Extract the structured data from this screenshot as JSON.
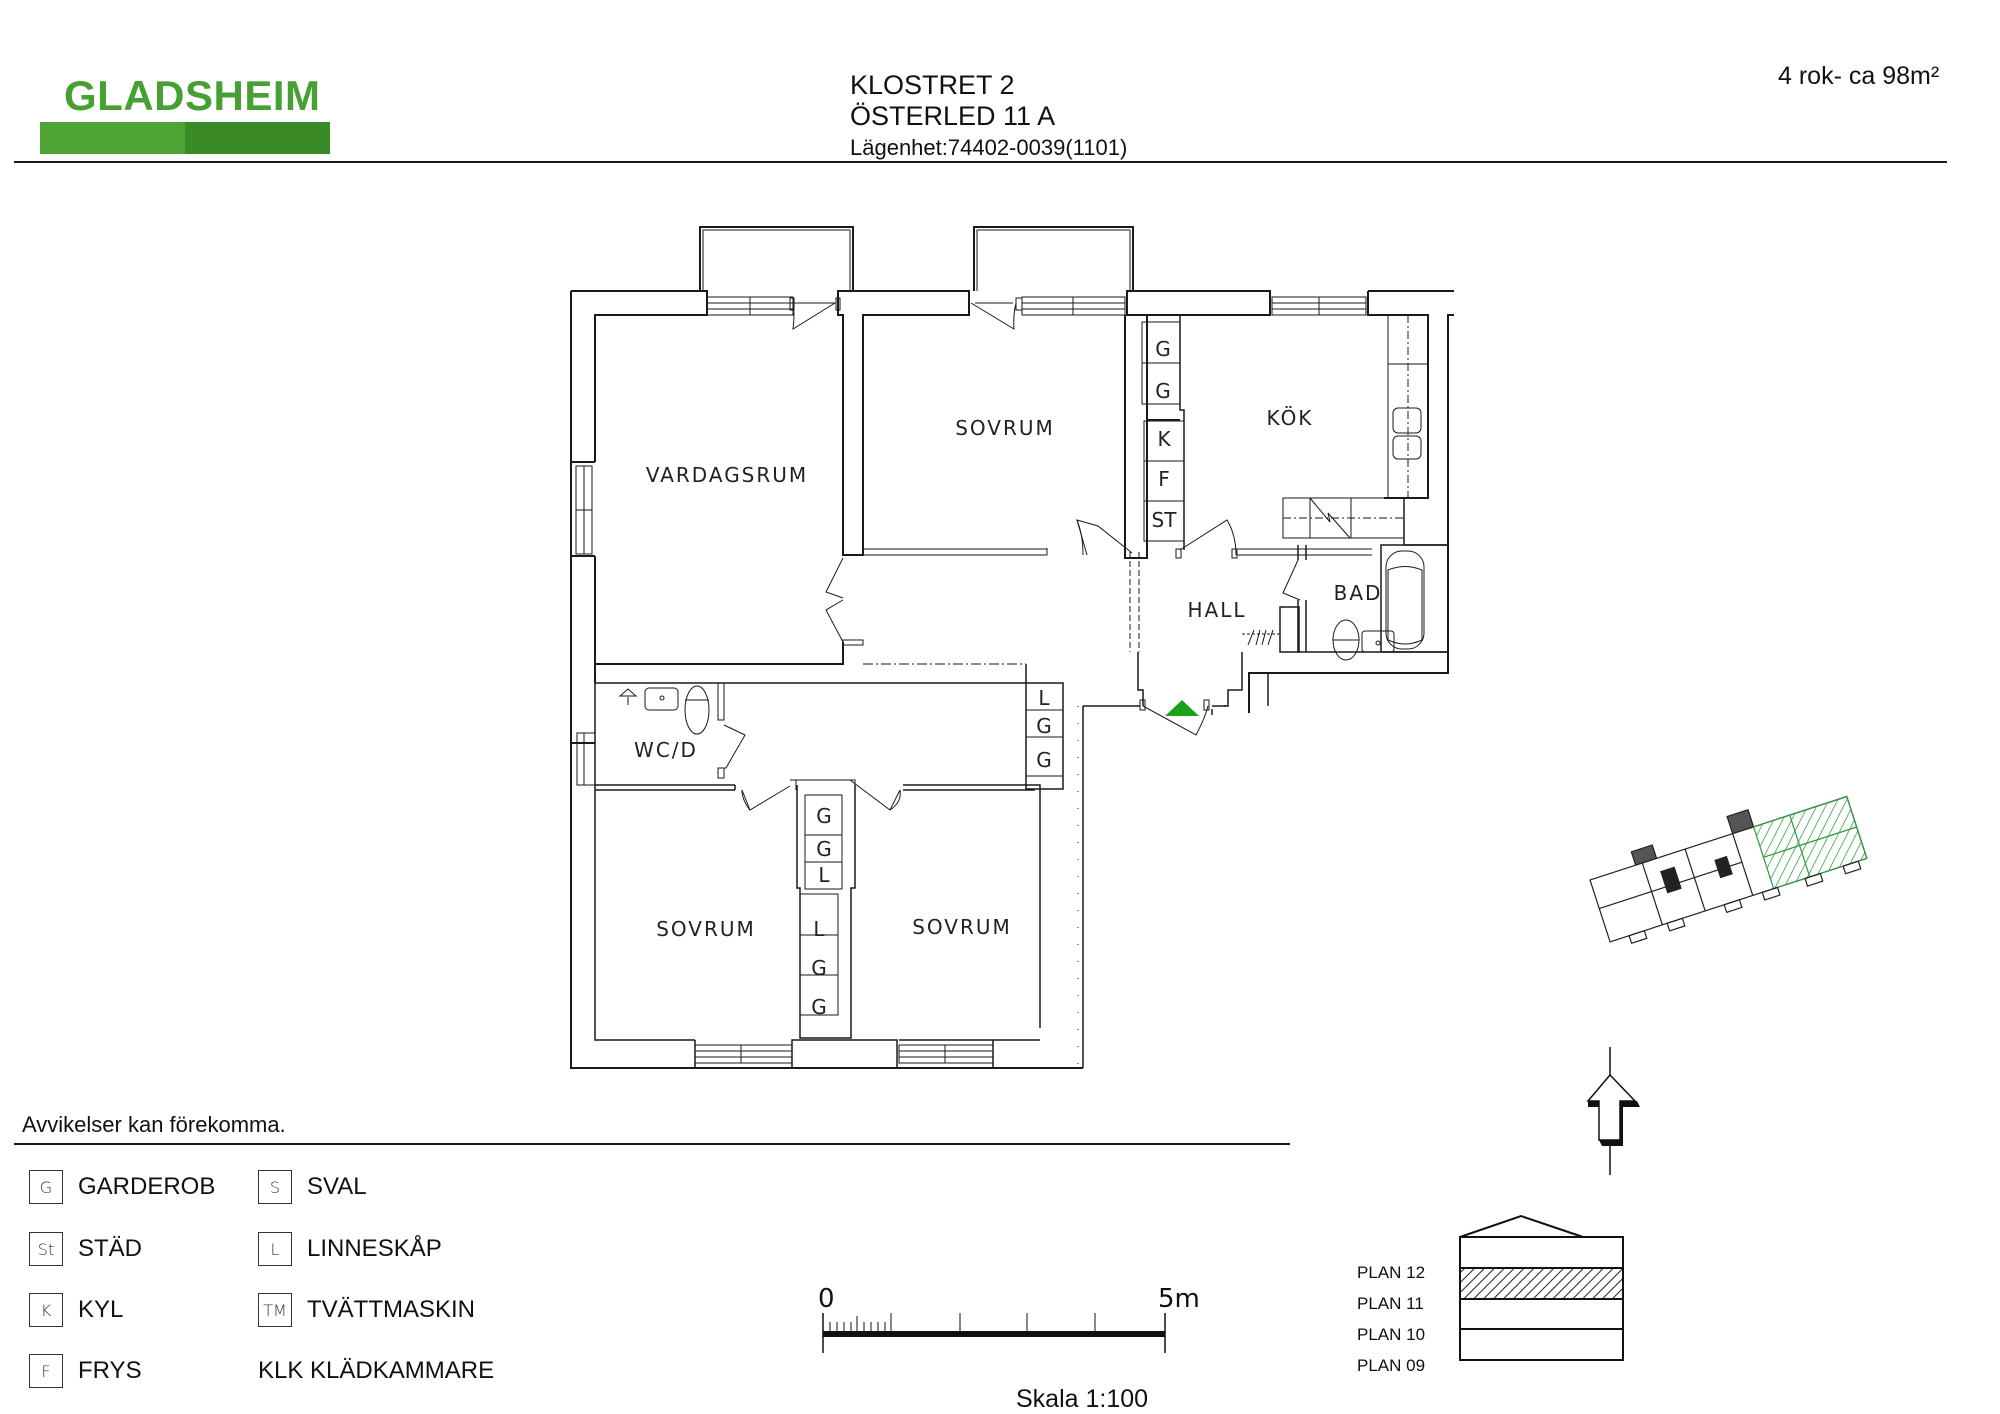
{
  "header": {
    "logo_text": "GLADSHEIM",
    "logo_colors": {
      "light": "#4fa436",
      "dark": "#3a8a28",
      "text": "#47a033"
    },
    "property": "KLOSTRET 2",
    "address": "ÖSTERLED 11 A",
    "apartment": "Lägenhet:74402-0039(1101)",
    "size_summary": "4 rok- ca 98m²"
  },
  "floorplan": {
    "rooms": [
      {
        "id": "vardagsrum",
        "label": "VARDAGSRUM"
      },
      {
        "id": "sovrum-north",
        "label": "SOVRUM"
      },
      {
        "id": "kok",
        "label": "KÖK"
      },
      {
        "id": "hall",
        "label": "HALL"
      },
      {
        "id": "bad",
        "label": "BAD"
      },
      {
        "id": "wcd",
        "label": "WC/D"
      },
      {
        "id": "sovrum-southwest",
        "label": "SOVRUM"
      },
      {
        "id": "sovrum-southeast",
        "label": "SOVRUM"
      }
    ],
    "storage_hall_north": [
      "G",
      "G",
      "K",
      "F",
      "ST"
    ],
    "storage_corridor": [
      "L",
      "G",
      "G"
    ],
    "storage_middle_upper": [
      "G",
      "G",
      "L"
    ],
    "storage_middle_lower": [
      "L",
      "G",
      "G"
    ],
    "entrance_marker_color": "#1aa31a"
  },
  "notes": {
    "disclaimer": "Avvikelser kan förekomma."
  },
  "legend": {
    "left": [
      {
        "code": "G",
        "label": "GARDEROB"
      },
      {
        "code": "St",
        "label": "STÄD"
      },
      {
        "code": "K",
        "label": "KYL"
      },
      {
        "code": "F",
        "label": "FRYS"
      }
    ],
    "right": [
      {
        "code": "S",
        "label": "SVAL"
      },
      {
        "code": "L",
        "label": "LINNESKÅP"
      },
      {
        "code": "TM",
        "label": "TVÄTTMASKIN"
      }
    ],
    "extra": "KLK KLÄDKAMMARE"
  },
  "scale": {
    "start_label": "0",
    "end_label": "5m",
    "caption": "Skala 1:100"
  },
  "floors": {
    "levels": [
      "PLAN 12",
      "PLAN 11",
      "PLAN 10",
      "PLAN 09"
    ],
    "current": "PLAN 11"
  },
  "site_plan": {
    "highlight_color": "#2e9a3a"
  }
}
